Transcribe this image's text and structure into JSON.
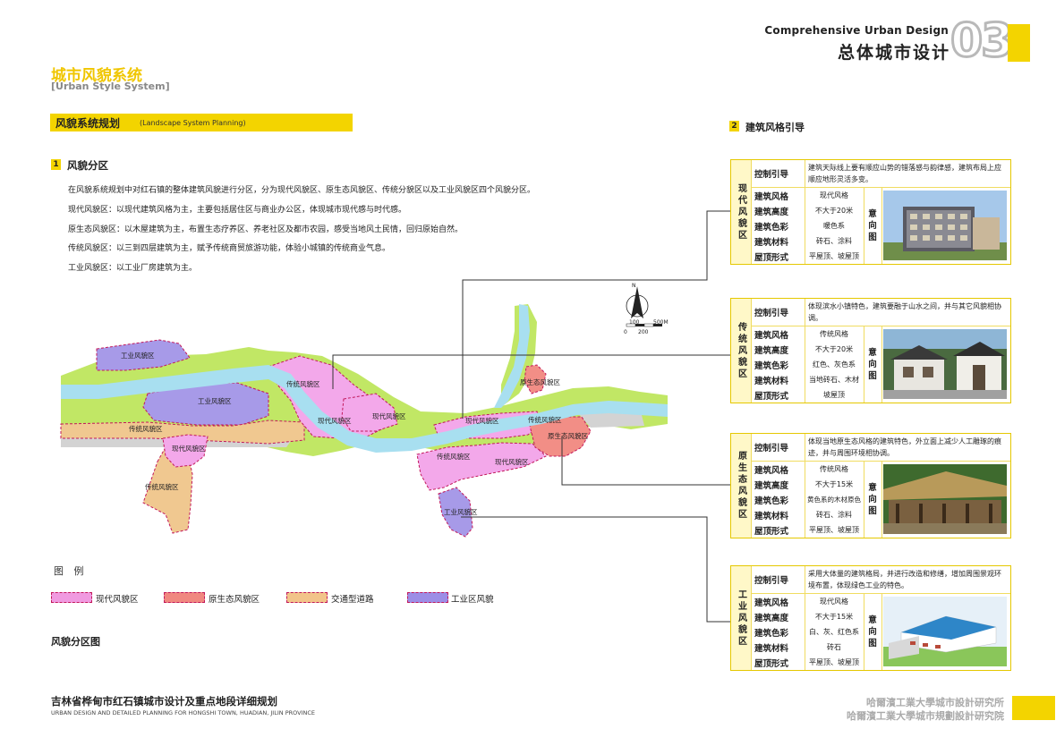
{
  "header": {
    "en": "Comprehensive Urban Design",
    "cn": "总体城市设计",
    "page_number": "03"
  },
  "section": {
    "title_cn": "城市风貌系统",
    "title_en": "[Urban Style System]"
  },
  "plan": {
    "title_cn": "风貌系统规划",
    "title_en": "(Landscape System Planning)"
  },
  "zoning": {
    "num": "1",
    "title": "风貌分区",
    "paragraphs": [
      "在风貌系统规划中对红石镇的整体建筑风貌进行分区，分为现代风貌区、原生态风貌区、传统分貌区以及工业风貌区四个风貌分区。",
      "现代风貌区：以现代建筑风格为主，主要包括居住区与商业办公区，体现城市现代感与时代感。",
      "原生态风貌区：以木屋建筑为主，布置生态疗养区、养老社区及都市农园，感受当地风土民情，回归原始自然。",
      "传统风貌区：以三到四层建筑为主，赋予传统商贸旅游功能，体验小城镇的传统商业气息。",
      "工业风貌区：以工业厂房建筑为主。"
    ]
  },
  "map": {
    "labels": {
      "l1": "工业风貌区",
      "l2": "工业风貌区",
      "l3": "传统风貌区",
      "l4": "现代风貌区",
      "l5": "传统风貌区",
      "l6": "传统风貌区",
      "l7": "现代风貌区",
      "l8": "现代风貌区",
      "l9": "原生态风貌区",
      "l10": "现代风貌区",
      "l11": "传统风貌区",
      "l12": "原生态风貌区",
      "l13": "传统风貌区",
      "l14": "现代风貌区",
      "l15": "工业风貌区"
    },
    "scale": {
      "s0": "0",
      "s100": "100",
      "s200": "200",
      "s500": "500M"
    },
    "north": "N"
  },
  "legend": {
    "title": "图 例",
    "items": [
      {
        "label": "现代风貌区",
        "color": "#f09ae0"
      },
      {
        "label": "原生态风貌区",
        "color": "#f08880"
      },
      {
        "label": "交通型道路",
        "color": "#f2c48a"
      },
      {
        "label": "工业区风貌",
        "color": "#9c8ee6"
      }
    ]
  },
  "map_caption": "风貌分区图",
  "footer": {
    "cn": "吉林省桦甸市红石镇城市设计及重点地段详细规划",
    "en": "URBAN DESIGN AND DETAILED PLANNING FOR HONGSHI TOWN, HUADIAN, JILIN PROVINCE",
    "org1": "哈爾濱工業大學城市設計研究所",
    "org2": "哈爾濱工業大學城市規劃設計研究院"
  },
  "guide": {
    "num": "2",
    "title": "建筑风格引导",
    "panels": [
      {
        "zone": "现代风貌区",
        "ctrl_label": "控制引导",
        "ctrl_text": "建筑天际线上要有顺应山势的错落感与韵律感，建筑布局上应顺应地形灵活多变。",
        "rows": [
          {
            "label": "建筑风格",
            "value": "现代风格"
          },
          {
            "label": "建筑高度",
            "value": "不大于20米"
          },
          {
            "label": "建筑色彩",
            "value": "暖色系"
          },
          {
            "label": "建筑材料",
            "value": "砖石、涂料"
          },
          {
            "label": "屋顶形式",
            "value": "平屋顶、坡屋顶"
          }
        ],
        "intent": "意向图"
      },
      {
        "zone": "传统风貌区",
        "ctrl_label": "控制引导",
        "ctrl_text": "体现滨水小镇特色，建筑要融于山水之间，并与其它风貌相协调。",
        "rows": [
          {
            "label": "建筑风格",
            "value": "传统风格"
          },
          {
            "label": "建筑高度",
            "value": "不大于20米"
          },
          {
            "label": "建筑色彩",
            "value": "红色、灰色系"
          },
          {
            "label": "建筑材料",
            "value": "当地砖石、木材"
          },
          {
            "label": "屋顶形式",
            "value": "坡屋顶"
          }
        ],
        "intent": "意向图"
      },
      {
        "zone": "原生态风貌区",
        "ctrl_label": "控制引导",
        "ctrl_text": "体现当地原生态风格的建筑特色，外立面上减少人工雕琢的痕迹，并与周围环境相协调。",
        "rows": [
          {
            "label": "建筑风格",
            "value": "传统风格"
          },
          {
            "label": "建筑高度",
            "value": "不大于15米"
          },
          {
            "label": "建筑色彩",
            "value": "黄色系的木材原色"
          },
          {
            "label": "建筑材料",
            "value": "砖石、涂料"
          },
          {
            "label": "屋顶形式",
            "value": "平屋顶、坡屋顶"
          }
        ],
        "intent": "意向图"
      },
      {
        "zone": "工业风貌区",
        "ctrl_label": "控制引导",
        "ctrl_text": "采用大体量的建筑格局，并进行改造和修缮，增加周围景观环境布置，体现绿色工业的特色。",
        "rows": [
          {
            "label": "建筑风格",
            "value": "现代风格"
          },
          {
            "label": "建筑高度",
            "value": "不大于15米"
          },
          {
            "label": "建筑色彩",
            "value": "白、灰、红色系"
          },
          {
            "label": "建筑材料",
            "value": "砖石"
          },
          {
            "label": "屋顶形式",
            "value": "平屋顶、坡屋顶"
          }
        ],
        "intent": "意向图"
      }
    ]
  }
}
